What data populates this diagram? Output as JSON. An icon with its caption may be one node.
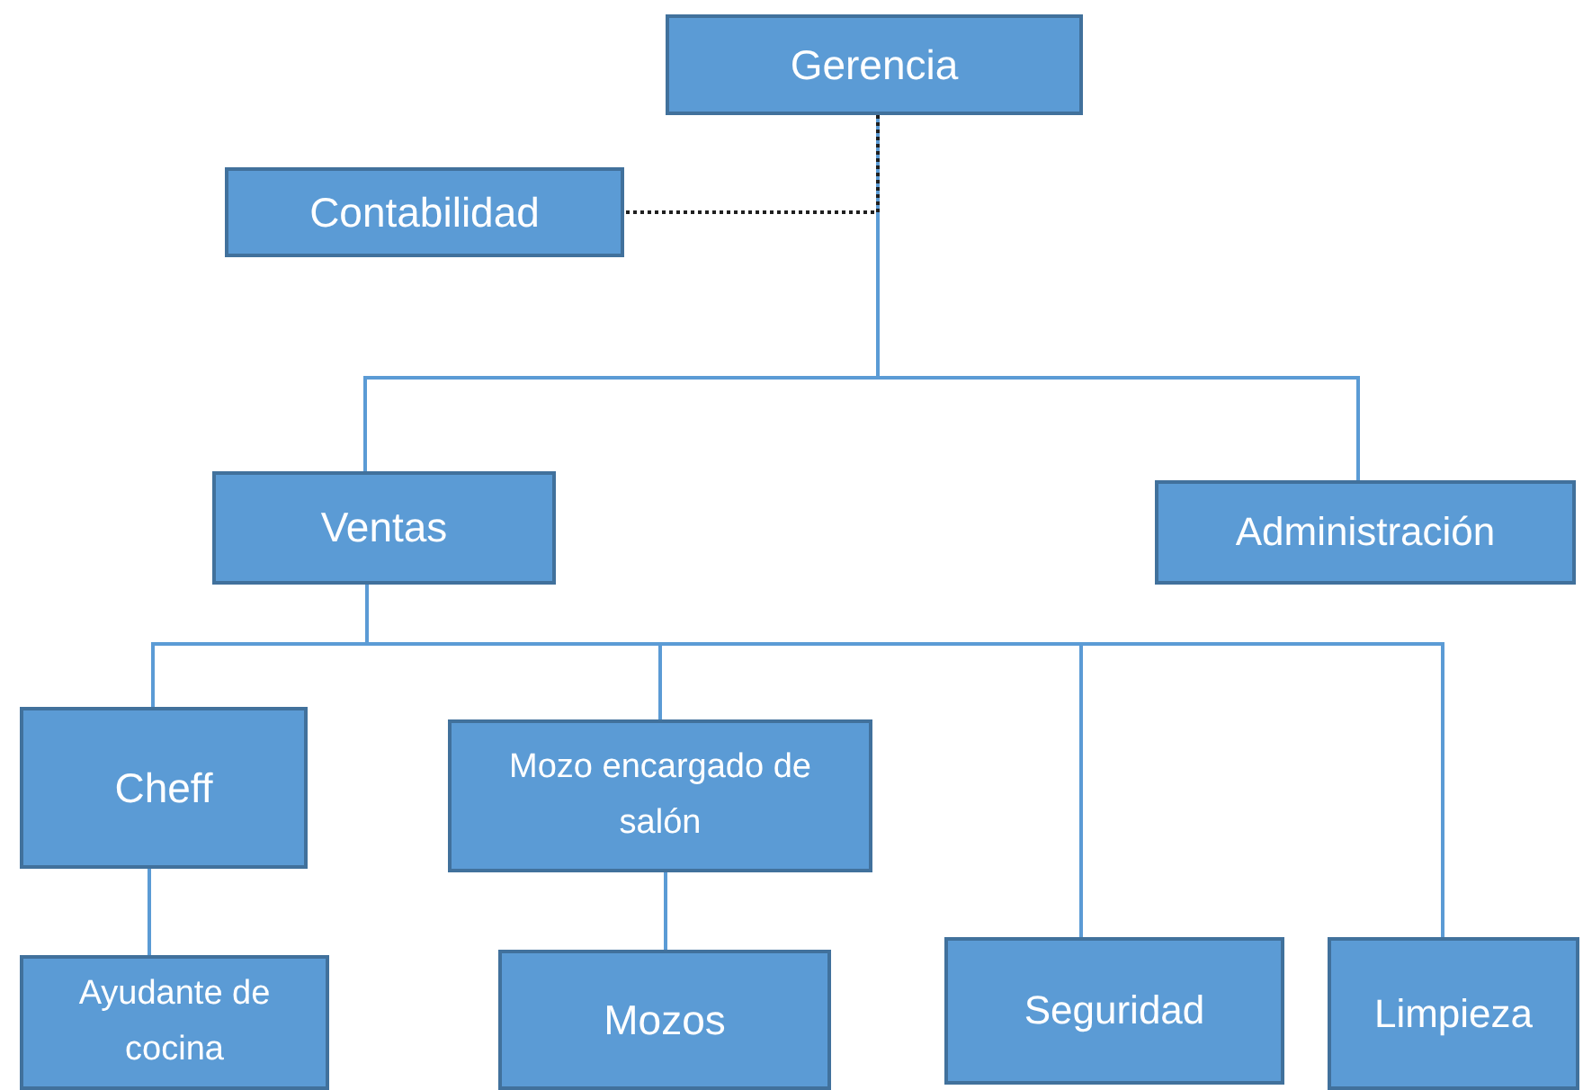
{
  "diagram": {
    "nodes": [
      {
        "text": [
          "Gerencia"
        ]
      },
      {
        "text": [
          "Contabilidad"
        ]
      },
      {
        "text": [
          "Ventas"
        ]
      },
      {
        "text": [
          "Administración"
        ]
      },
      {
        "text": [
          "Cheff"
        ]
      },
      {
        "text": [
          "Mozo encargado de salón"
        ]
      },
      {
        "text": [
          "Ayudante de cocina"
        ]
      },
      {
        "text": [
          "Mozos"
        ]
      },
      {
        "text": [
          "Seguridad"
        ]
      },
      {
        "text": [
          "Limpieza"
        ]
      }
    ],
    "edges": [
      {
        "from": 0,
        "to": 2,
        "arrow": "none"
      },
      {
        "from": 0,
        "to": 3,
        "arrow": "none"
      },
      {
        "from": 0,
        "to": 1,
        "arrow": "none",
        "style": "dashed",
        "color": "#1f1f1f"
      },
      {
        "from": 2,
        "to": 4,
        "arrow": "none"
      },
      {
        "from": 2,
        "to": 5,
        "arrow": "none"
      },
      {
        "from": 2,
        "to": 8,
        "arrow": "none"
      },
      {
        "from": 2,
        "to": 9,
        "arrow": "none"
      },
      {
        "from": 4,
        "to": 6,
        "arrow": "none"
      },
      {
        "from": 5,
        "to": 7,
        "arrow": "none"
      }
    ]
  }
}
